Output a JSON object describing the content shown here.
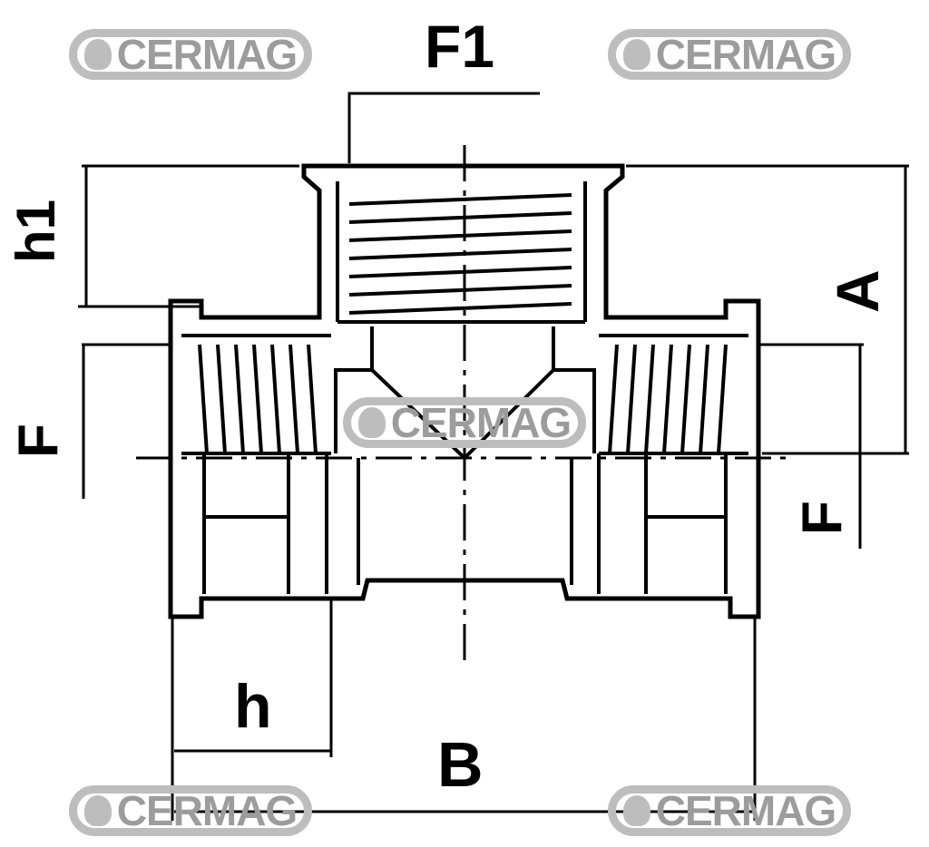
{
  "watermark": {
    "text": "CERMAG",
    "color": "#9c9c9c"
  },
  "labels": {
    "f1": "F1",
    "h1": "h1",
    "a": "A",
    "f_left": "F",
    "f_right": "F",
    "h": "h",
    "b": "B"
  },
  "colors": {
    "line": "#000000",
    "background": "#ffffff"
  }
}
